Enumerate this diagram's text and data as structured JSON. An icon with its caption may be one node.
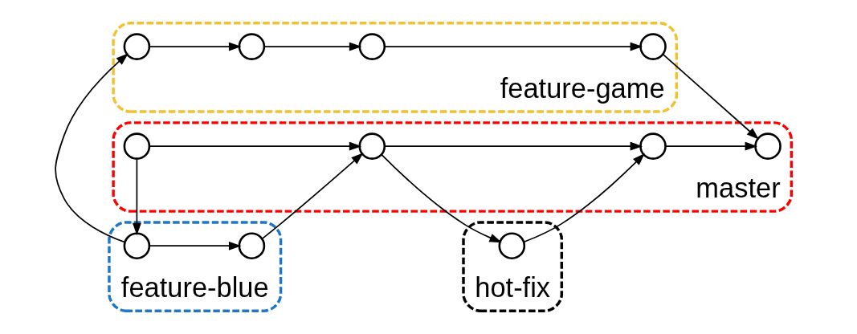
{
  "diagram": {
    "nodes": [
      {
        "text": [
          "hot-fix"
        ]
      },
      {
        "text": [
          "master"
        ]
      },
      {
        "text": [
          "feature-blue"
        ]
      },
      {
        "text": [
          "feature-game"
        ]
      },
      {
        "text": [],
        "shape": "circle",
        "in": 0
      },
      {
        "text": [],
        "shape": "circle",
        "in": 1
      },
      {
        "text": [],
        "shape": "circle",
        "in": 1
      },
      {
        "text": [],
        "shape": "circle",
        "in": 1
      },
      {
        "text": [],
        "shape": "circle",
        "in": 1
      },
      {
        "text": [],
        "shape": "circle",
        "in": 2
      },
      {
        "text": [],
        "shape": "circle",
        "in": 2
      },
      {
        "text": [],
        "shape": "circle",
        "in": 3
      },
      {
        "text": [],
        "shape": "circle",
        "in": 3
      },
      {
        "text": [],
        "shape": "circle",
        "in": 3
      },
      {
        "text": [],
        "shape": "circle",
        "in": 3
      }
    ],
    "edges": [
      {
        "from": 5,
        "to": 6,
        "arrow": "to"
      },
      {
        "from": 5,
        "to": 9,
        "arrow": "to"
      },
      {
        "from": 9,
        "to": 11,
        "arrow": "to"
      },
      {
        "from": 9,
        "to": 10,
        "arrow": "to"
      },
      {
        "from": 10,
        "to": 6,
        "arrow": "to"
      },
      {
        "from": 6,
        "to": 4,
        "arrow": "to"
      },
      {
        "from": 4,
        "to": 7,
        "arrow": "to"
      },
      {
        "from": 6,
        "to": 7,
        "arrow": "to"
      },
      {
        "from": 7,
        "to": 8,
        "arrow": "to"
      },
      {
        "from": 11,
        "to": 12,
        "arrow": "to"
      },
      {
        "from": 12,
        "to": 13,
        "arrow": "to"
      },
      {
        "from": 13,
        "to": 14,
        "arrow": "to"
      },
      {
        "from": 14,
        "to": 8,
        "arrow": "to"
      }
    ]
  }
}
